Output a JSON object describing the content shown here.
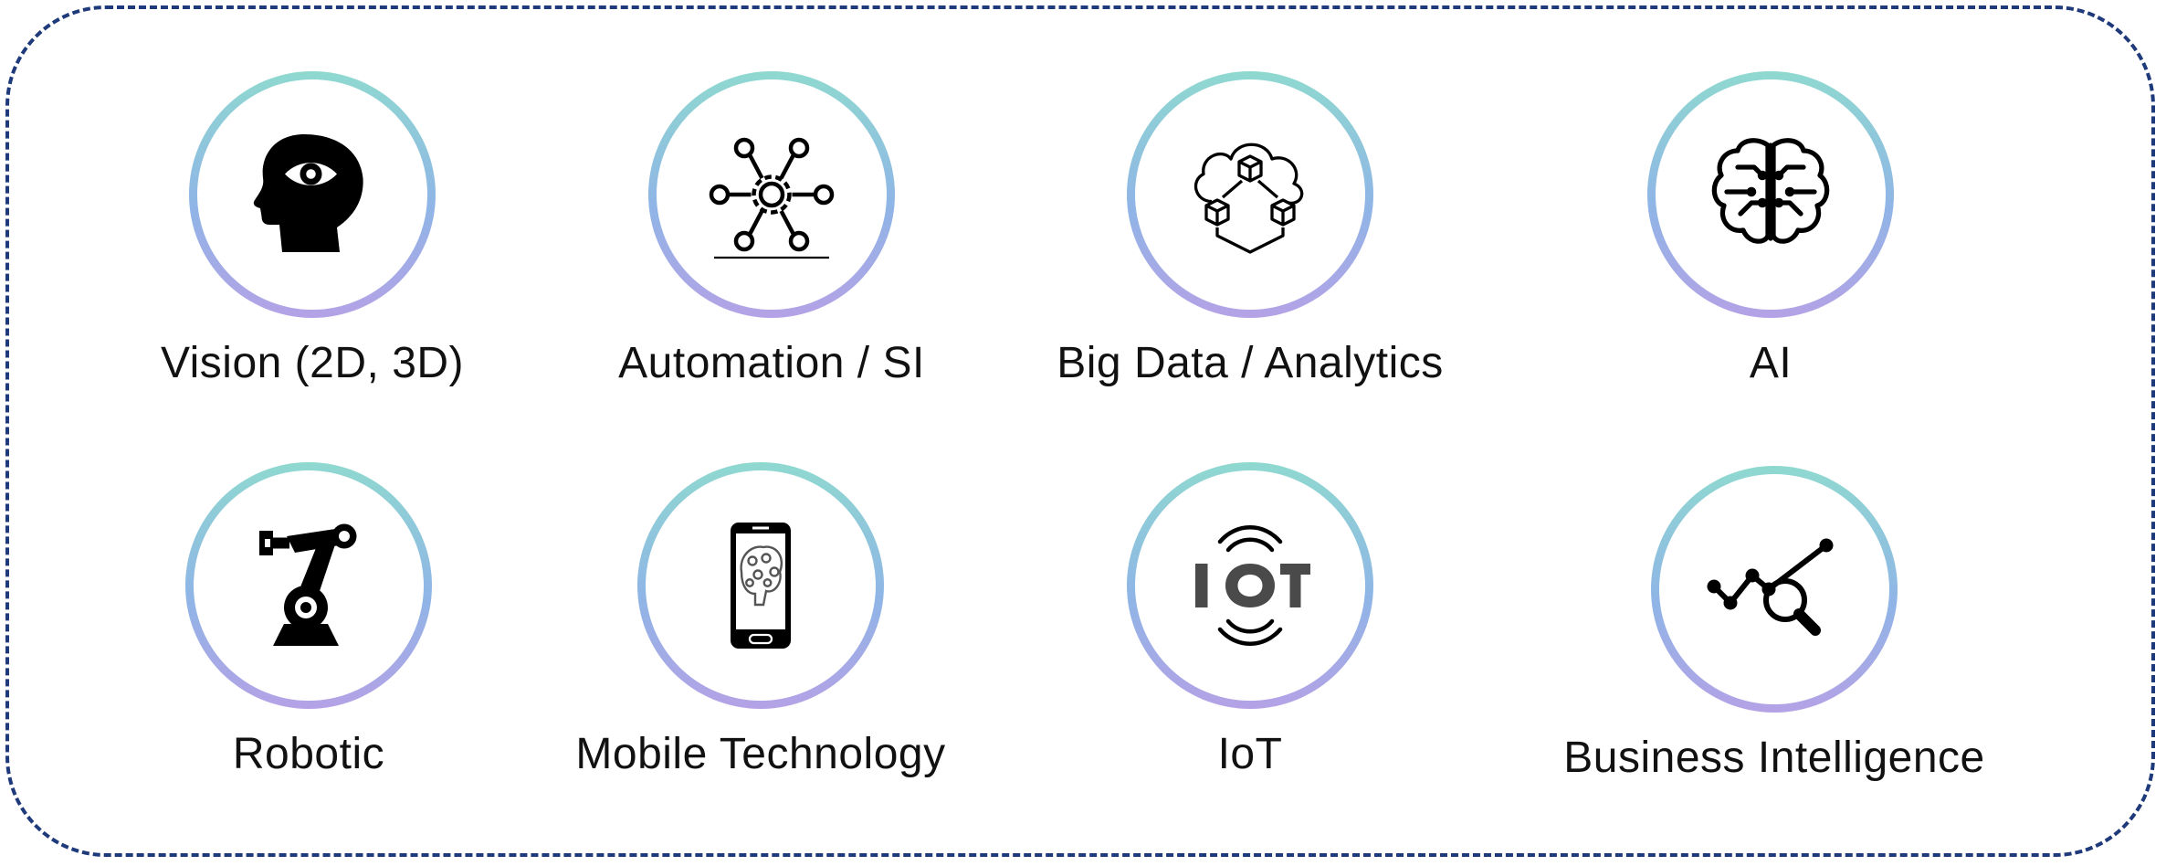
{
  "items": [
    {
      "label": "Vision (2D, 3D)",
      "icon": "head-eye-icon"
    },
    {
      "label": "Automation / SI",
      "icon": "automation-gear-icon"
    },
    {
      "label": "Big Data / Analytics",
      "icon": "cloud-cubes-icon"
    },
    {
      "label": "AI",
      "icon": "brain-circuit-icon"
    },
    {
      "label": "Robotic",
      "icon": "robot-arm-icon"
    },
    {
      "label": "Mobile Technology",
      "icon": "mobile-brain-icon"
    },
    {
      "label": "IoT",
      "icon": "iot-signal-icon"
    },
    {
      "label": "Business Intelligence",
      "icon": "trend-magnifier-icon"
    }
  ],
  "colors": {
    "frame": "#1f3a7a",
    "ring_top": "#8fd9d0",
    "ring_mid": "#8fb5e6",
    "ring_bottom": "#b4a2e6",
    "text": "#111111"
  }
}
